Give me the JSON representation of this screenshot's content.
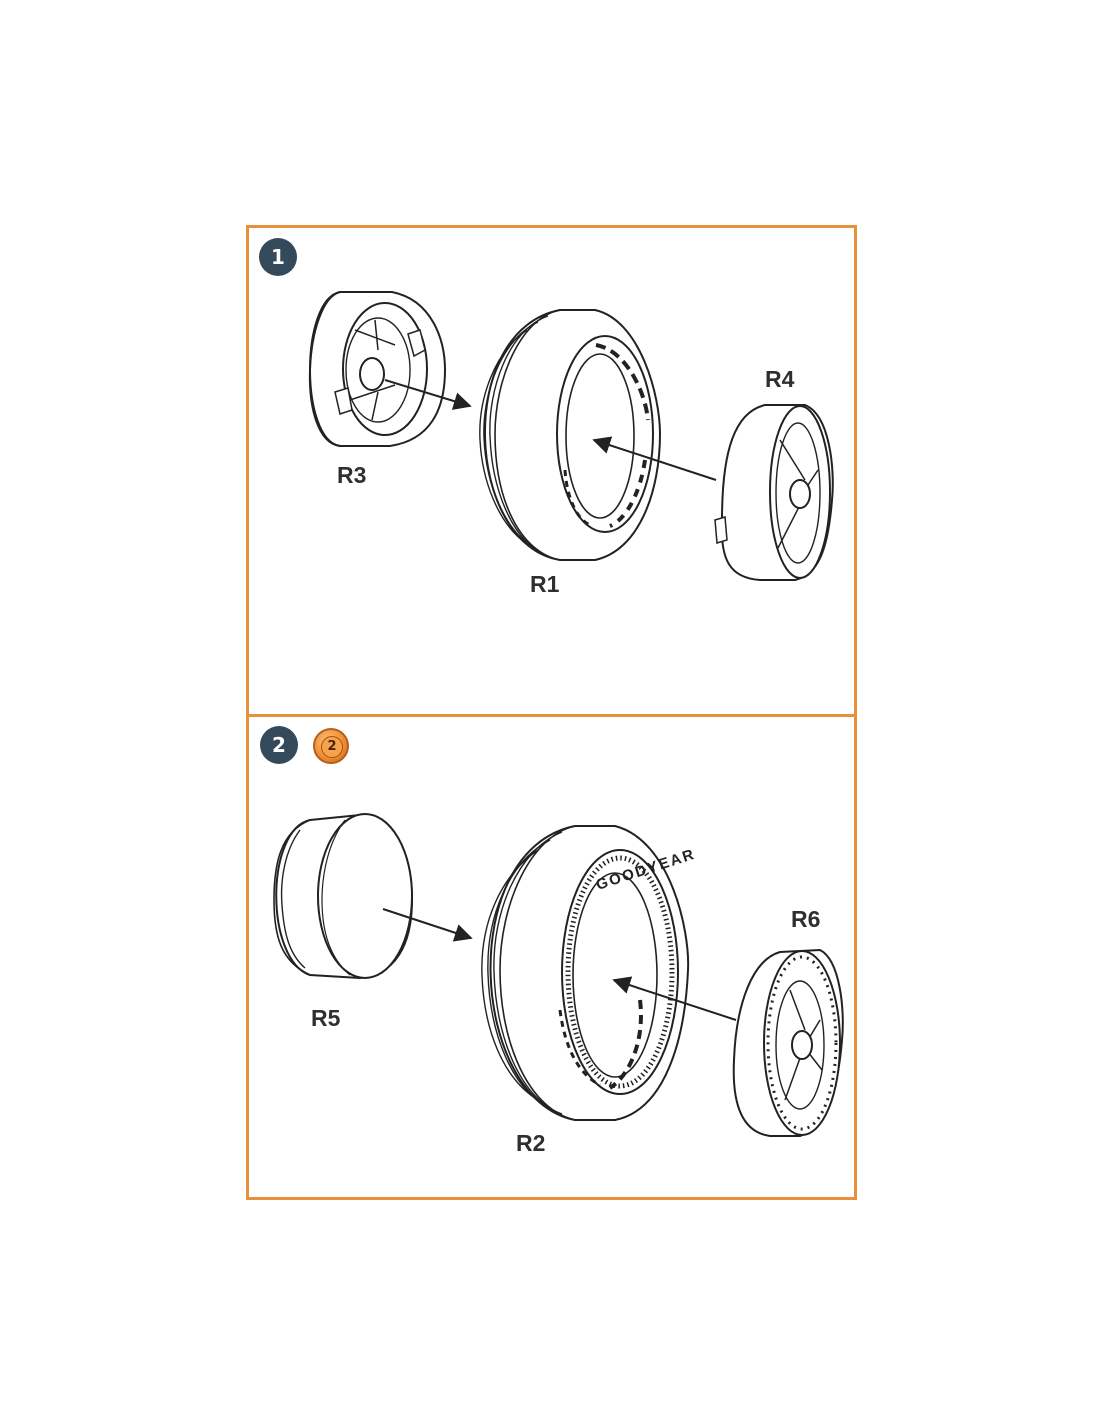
{
  "steps": [
    {
      "number": "1",
      "parts": [
        "R3",
        "R1",
        "R4"
      ]
    },
    {
      "number": "2",
      "alt_number": "2",
      "parts": [
        "R5",
        "R2",
        "R6"
      ]
    }
  ],
  "tire_lettering": "GOODYEAR",
  "colors": {
    "frame": "#e8903a",
    "step_badge": "#34495a",
    "alt_badge": "#f08f36",
    "line": "#222222"
  }
}
